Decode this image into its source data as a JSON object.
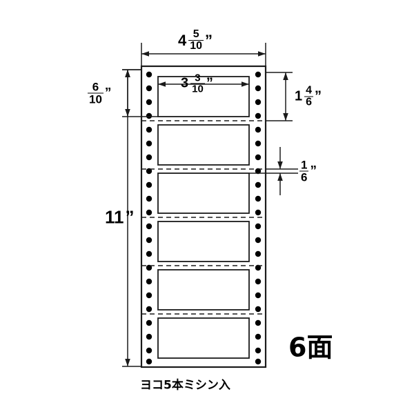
{
  "diagram": {
    "title": "label sheet dimension drawing",
    "labels_count": 6,
    "dimensions": {
      "overall_width": {
        "whole": "4",
        "num": "5",
        "den": "10",
        "unit": "”"
      },
      "label_width": {
        "whole": "3",
        "num": "3",
        "den": "10",
        "unit": "”"
      },
      "top_margin": {
        "whole": "",
        "num": "6",
        "den": "10",
        "unit": "”"
      },
      "label_height": {
        "whole": "1",
        "num": "4",
        "den": "6",
        "unit": "”"
      },
      "gap_height": {
        "whole": "",
        "num": "1",
        "den": "6",
        "unit": "”"
      },
      "overall_height": {
        "whole": "11",
        "num": "",
        "den": "",
        "unit": "”"
      }
    },
    "faces_label": "6面",
    "footnote": "ヨコ5本ミシン入",
    "colors": {
      "line": "#1a1a1a",
      "background": "#ffffff",
      "label_fill": "#ffffff",
      "sprocket": "#000000"
    }
  }
}
